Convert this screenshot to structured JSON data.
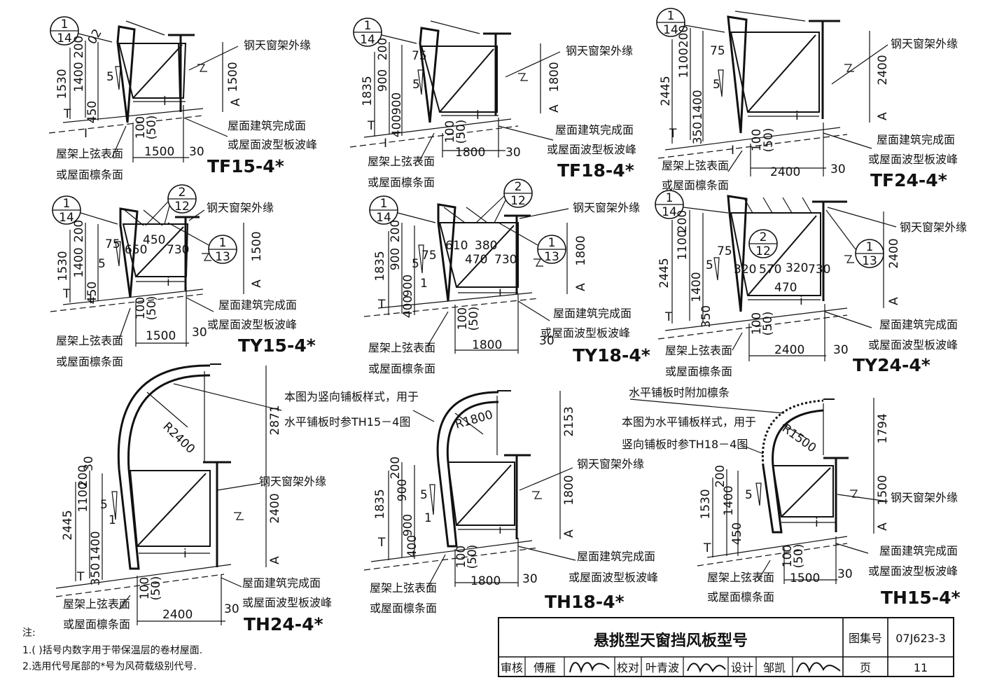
{
  "labels": {
    "steel_frame_edge": "钢天窗架外缘",
    "roof_finish_1": "屋面建筑完成面",
    "roof_finish_2": "或屋面波型板波峰",
    "truss_top_1": "屋架上弦表面",
    "truss_top_2": "或屋面檩条面",
    "vertical_note_1": "本图为竖向铺板样式，用于",
    "vertical_note_2": "水平铺板时参TH15－4图",
    "horizontal_note_1": "本图为水平铺板样式，用于",
    "horizontal_note_2": "竖向铺板时参TH18－4图",
    "extra_purlin": "水平铺板时附加檩条"
  },
  "symbols": {
    "ref_1_14": {
      "top": "1",
      "bottom": "14"
    },
    "ref_2_12": {
      "top": "2",
      "bottom": "12"
    },
    "ref_1_13": {
      "top": "1",
      "bottom": "13"
    },
    "marker_A": "A",
    "marker_T": "T",
    "marker_i": "i",
    "marker_I": "I",
    "slope_5": "5",
    "slope_1": "1"
  },
  "diagrams": [
    {
      "id": "TF15-4*",
      "dims": {
        "d200": "200",
        "d1400": "1400",
        "d450": "450",
        "d1530": "1530",
        "d02": "02",
        "height": "1500",
        "width": "1500",
        "gap": "30",
        "d100": "100",
        "d50": "(50)"
      }
    },
    {
      "id": "TF18-4*",
      "dims": {
        "d200": "200",
        "d900a": "900",
        "d900b": "900",
        "d400": "400",
        "d1835": "1835",
        "d75": "75",
        "height": "1800",
        "width": "1800",
        "gap": "30",
        "d100": "100",
        "d50": "(50)"
      }
    },
    {
      "id": "TF24-4*",
      "dims": {
        "d200": "200",
        "d1100": "1100",
        "d1400": "1400",
        "d350": "350",
        "d2445": "2445",
        "d75": "75",
        "height": "2400",
        "width": "2400",
        "gap": "30",
        "d100": "100",
        "d50": "(50)"
      }
    },
    {
      "id": "TY15-4*",
      "dims": {
        "d200": "200",
        "d1400": "1400",
        "d450": "450",
        "d1530": "1530",
        "d75": "75",
        "d650": "650",
        "d450t": "450",
        "d730": "730",
        "height": "1500",
        "width": "1500",
        "gap": "30",
        "d100": "100",
        "d50": "(50)"
      }
    },
    {
      "id": "TY18-4*",
      "dims": {
        "d200": "200",
        "d900a": "900",
        "d900b": "900",
        "d400": "400",
        "d1835": "1835",
        "d75": "75",
        "d610": "610",
        "d380": "380",
        "d470": "470",
        "d730": "730",
        "height": "1800",
        "width": "1800",
        "gap": "30",
        "d100": "100",
        "d50": "(50)"
      }
    },
    {
      "id": "TY24-4*",
      "dims": {
        "d200": "200",
        "d1100": "1100",
        "d1400": "1400",
        "d350": "350",
        "d2445": "2445",
        "d75": "75",
        "d320a": "320",
        "d570": "570",
        "d320b": "320",
        "d730": "730",
        "d470": "470",
        "height": "2400",
        "width": "2400",
        "gap": "30",
        "d100": "100",
        "d50": "(50)"
      }
    },
    {
      "id": "TH24-4*",
      "dims": {
        "radius": "R2400",
        "d2871": "2871",
        "d30": "30",
        "d200": "200",
        "d1100": "1100",
        "d1400": "1400",
        "d350": "350",
        "d2445": "2445",
        "height": "2400",
        "width": "2400",
        "gap": "30",
        "d100": "100",
        "d50": "(50)"
      }
    },
    {
      "id": "TH18-4*",
      "dims": {
        "radius": "R1800",
        "d2153": "2153",
        "d200": "200",
        "d900a": "900",
        "d900b": "900",
        "d400": "400",
        "d1835": "1835",
        "height": "1800",
        "width": "1800",
        "gap": "30",
        "d100": "100",
        "d50": "(50)"
      }
    },
    {
      "id": "TH15-4*",
      "dims": {
        "radius": "R1500",
        "d1794": "1794",
        "d200": "200",
        "d1400": "1400",
        "d450": "450",
        "d1530": "1530",
        "height": "1500",
        "width": "1500",
        "gap": "30",
        "d100": "100",
        "d50": "(50)"
      }
    }
  ],
  "notes": {
    "heading": "注:",
    "items": [
      "1.( )括号内数字用于带保温层的卷材屋面.",
      "2.选用代号尾部的*号为风荷载级别代号."
    ]
  },
  "title_block": {
    "title": "悬挑型天窗挡风板型号",
    "atlas_label": "图集号",
    "atlas_no": "07J623-3",
    "review_label": "审核",
    "reviewer": "傅雁",
    "check_label": "校对",
    "checker": "叶青波",
    "design_label": "设计",
    "designer": "邹凯",
    "page_label": "页",
    "page_no": "11"
  }
}
